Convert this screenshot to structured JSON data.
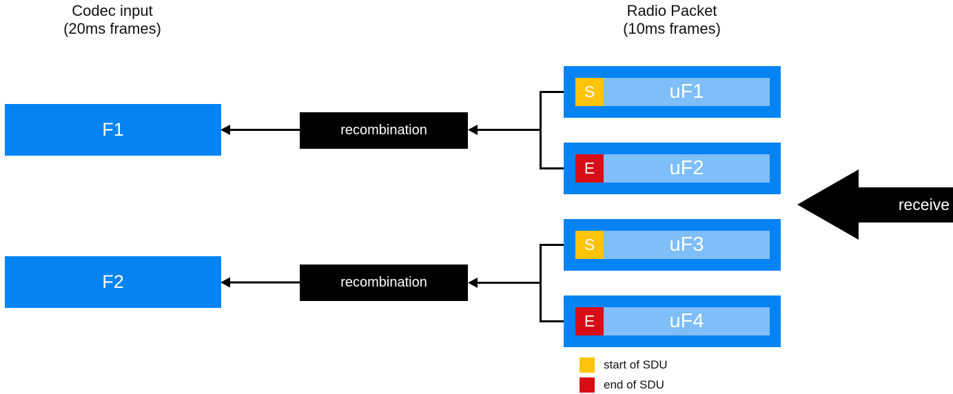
{
  "headers": {
    "codec": {
      "line1": "Codec input",
      "line2": "(20ms frames)"
    },
    "radio": {
      "line1": "Radio Packet",
      "line2": "(10ms frames)"
    }
  },
  "frames": [
    {
      "label": "F1"
    },
    {
      "label": "F2"
    }
  ],
  "processors": [
    {
      "label": "recombination"
    },
    {
      "label": "recombination"
    }
  ],
  "packets": [
    {
      "label": "uF1",
      "marker": "S",
      "marker_type": "start"
    },
    {
      "label": "uF2",
      "marker": "E",
      "marker_type": "end"
    },
    {
      "label": "uF3",
      "marker": "S",
      "marker_type": "start"
    },
    {
      "label": "uF4",
      "marker": "E",
      "marker_type": "end"
    }
  ],
  "receive": {
    "label": "receive"
  },
  "legend": [
    {
      "label": "start of SDU",
      "type": "start"
    },
    {
      "label": "end of SDU",
      "type": "end"
    }
  ],
  "colors": {
    "blue": "#0583F2",
    "light-blue": "#7EBEF9",
    "yellow": "#FDC40A",
    "red": "#D90D15",
    "black": "#000000",
    "text": "#111111"
  }
}
